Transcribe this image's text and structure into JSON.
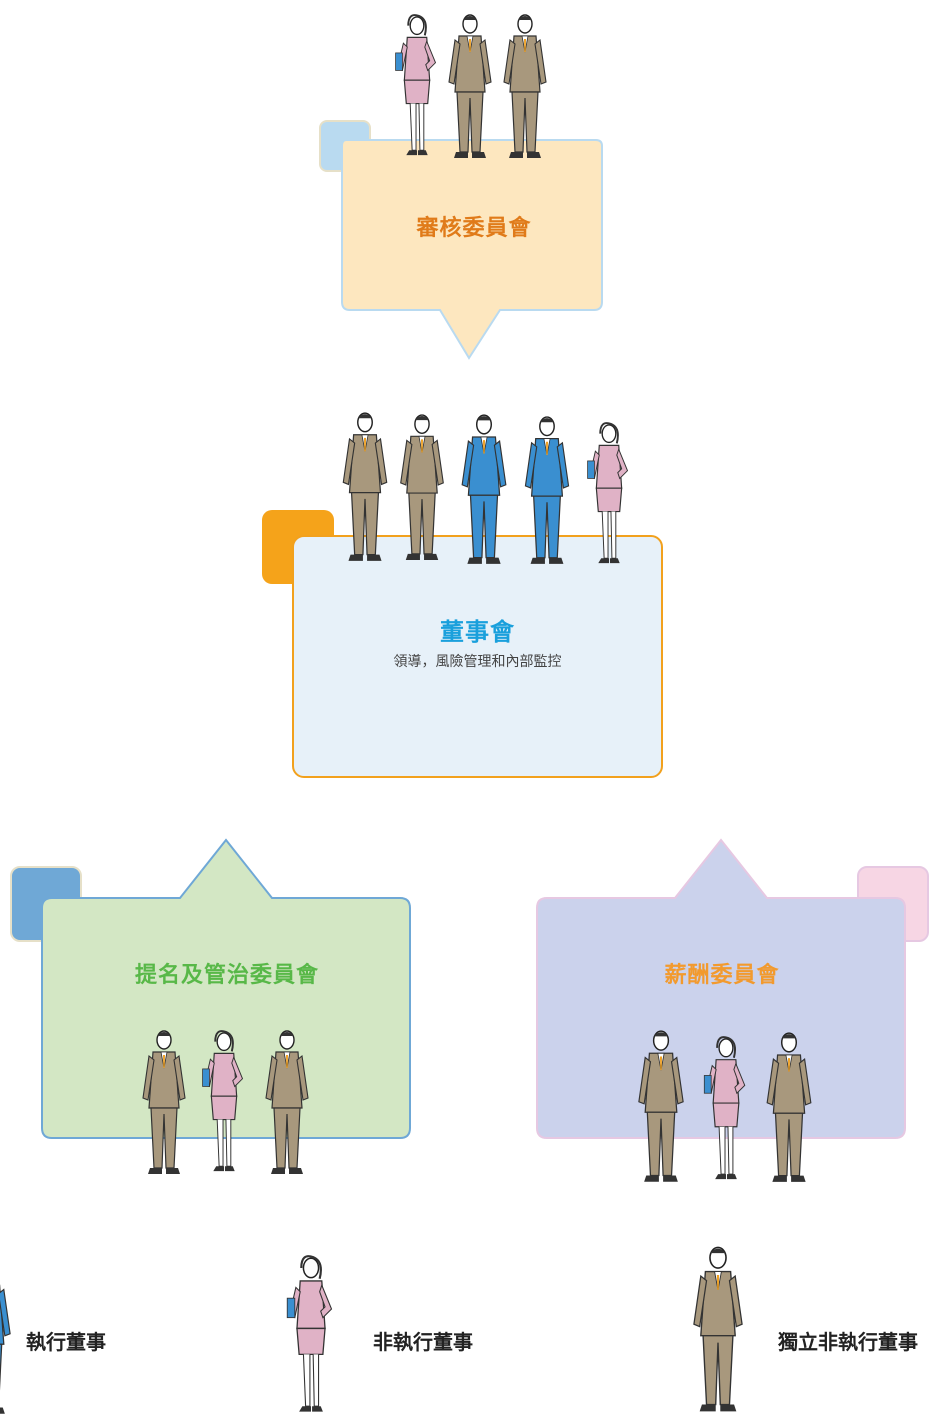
{
  "audit": {
    "title": "審核委員會"
  },
  "board": {
    "title": "董事會",
    "subtitle": "領導，風險管理和內部監控"
  },
  "nomination": {
    "title": "提名及管治委員會"
  },
  "remuneration": {
    "title": "薪酬委員會"
  },
  "legend": {
    "executive": "執行董事",
    "non_executive": "非執行董事",
    "independent": "獨立非執行董事"
  },
  "colors": {
    "audit_fill": "#fde7bf",
    "audit_text": "#e07b1a",
    "audit_tab": "#b9daf0",
    "board_fill": "#e7f1f9",
    "board_border": "#f2a11d",
    "board_text": "#1aa0dc",
    "board_tab": "#f5a31a",
    "nomination_fill": "#d3e7c4",
    "nomination_border": "#6fa8d6",
    "nomination_text": "#58b848",
    "nomination_tab": "#6fa8d6",
    "remuneration_fill": "#cbd2ec",
    "remuneration_border": "#e6c8e2",
    "remuneration_text": "#f29a2e",
    "remuneration_tab": "#f7d6e4",
    "suit_khaki": "#a8987d",
    "suit_blue": "#3a8fd0",
    "suit_pink": "#e0b2c6"
  },
  "icons": {
    "figure_man_khaki": "man-khaki-suit-icon",
    "figure_man_blue": "man-blue-suit-icon",
    "figure_woman": "woman-pink-suit-icon"
  }
}
